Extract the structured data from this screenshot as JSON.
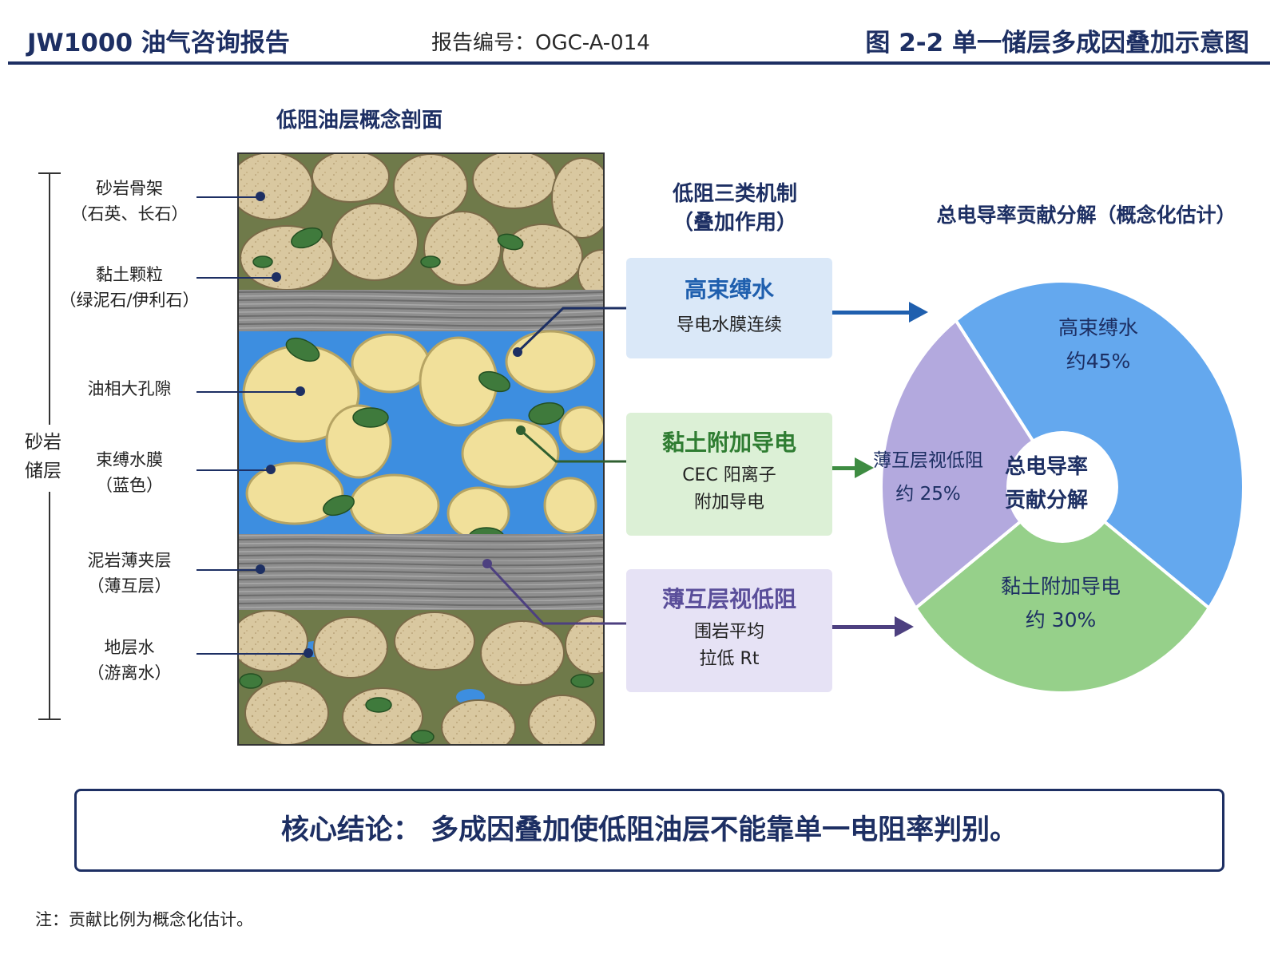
{
  "header": {
    "left": "JW1000 油气咨询报告",
    "mid": "报告编号：OGC-A-014",
    "right": "图 2-2  单一储层多成因叠加示意图"
  },
  "section": {
    "left_title": "低阻油层概念剖面",
    "mid_title_1": "低阻三类机制",
    "mid_title_2": "（叠加作用）",
    "right_title": "总电导率贡献分解（概念化估计）"
  },
  "bracket_label": [
    "砂岩",
    "储层"
  ],
  "labels": [
    {
      "l1": "砂岩骨架",
      "l2": "（石英、长石）"
    },
    {
      "l1": "黏土颗粒",
      "l2": "（绿泥石/伊利石）"
    },
    {
      "l1": "油相大孔隙",
      "l2": ""
    },
    {
      "l1": "束缚水膜",
      "l2": "（蓝色）"
    },
    {
      "l1": "泥岩薄夹层",
      "l2": "（薄互层）"
    },
    {
      "l1": "地层水",
      "l2": "（游离水）"
    }
  ],
  "mechanisms": [
    {
      "title": "高束缚水",
      "desc": [
        "导电水膜连续"
      ],
      "color": "#1f5fae",
      "bg": "#dae8f8"
    },
    {
      "title": "黏土附加导电",
      "desc": [
        "CEC 阳离子",
        "附加导电"
      ],
      "color": "#2f7d32",
      "bg": "#dcf0d6"
    },
    {
      "title": "薄互层视低阻",
      "desc": [
        "围岩平均",
        "拉低 Rt"
      ],
      "color": "#5a4e9a",
      "bg": "#e6e2f5"
    }
  ],
  "chart_data": {
    "type": "pie",
    "title": "总电导率贡献分解（概念化估计）",
    "center_label": [
      "总电导率",
      "贡献分解"
    ],
    "slices": [
      {
        "name": "高束缚水",
        "value": 45,
        "label": "约45%",
        "color": "#64a8ee"
      },
      {
        "name": "黏土附加导电",
        "value": 30,
        "label": "约 30%",
        "color": "#96d08a"
      },
      {
        "name": "薄互层视低阻",
        "value": 25,
        "label": "约 25%",
        "color": "#b3a9de"
      }
    ]
  },
  "conclusion": "核心结论：  多成因叠加使低阻油层不能靠单一电阻率判别。",
  "note": "注：贡献比例为概念化估计。"
}
